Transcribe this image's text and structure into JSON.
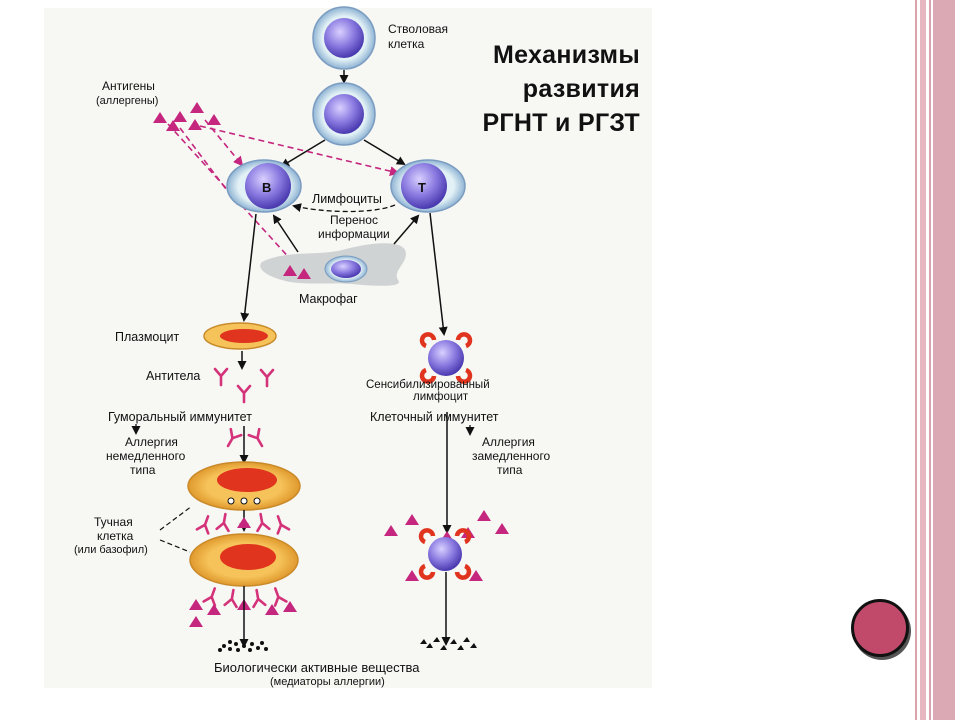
{
  "title_lines": [
    "Механизмы",
    "развития",
    "РГНТ и РГЗТ"
  ],
  "labels": {
    "stem_cell_1": "Стволовая",
    "stem_cell_2": "клетка",
    "antigens_1": "Антигены",
    "antigens_2": "(аллергены)",
    "b_letter": "B",
    "t_letter": "T",
    "lymphocytes": "Лимфоциты",
    "info_1": "Перенос",
    "info_2": "информации",
    "macrophage": "Макрофаг",
    "plasmocyte": "Плазмоцит",
    "antibodies": "Антитела",
    "sensitized_1": "Сенсибилизированный",
    "sensitized_2": "лимфоцит",
    "humoral": "Гуморальный иммунитет",
    "cellular": "Клеточный иммунитет",
    "allergy_im_1": "Аллергия",
    "allergy_im_2": "немедленного",
    "allergy_im_3": "типа",
    "allergy_del_1": "Аллергия",
    "allergy_del_2": "замедленного",
    "allergy_del_3": "типа",
    "mast_1": "Тучная",
    "mast_2": "клетка",
    "mast_3": "(или базофил)",
    "bio_1": "Биологически активные вещества",
    "bio_2": "(медиаторы аллергии)"
  },
  "colors": {
    "antigen": "#c5267e",
    "antibody": "#d4337a",
    "nucleus": "#8a7ae0",
    "membrane": "#cfe6ee",
    "mast_cytoplasm": "#f3b23e",
    "mast_nucleus": "#e0341e",
    "receptor": "#e0341e",
    "accent_button": "#c14a6b"
  }
}
